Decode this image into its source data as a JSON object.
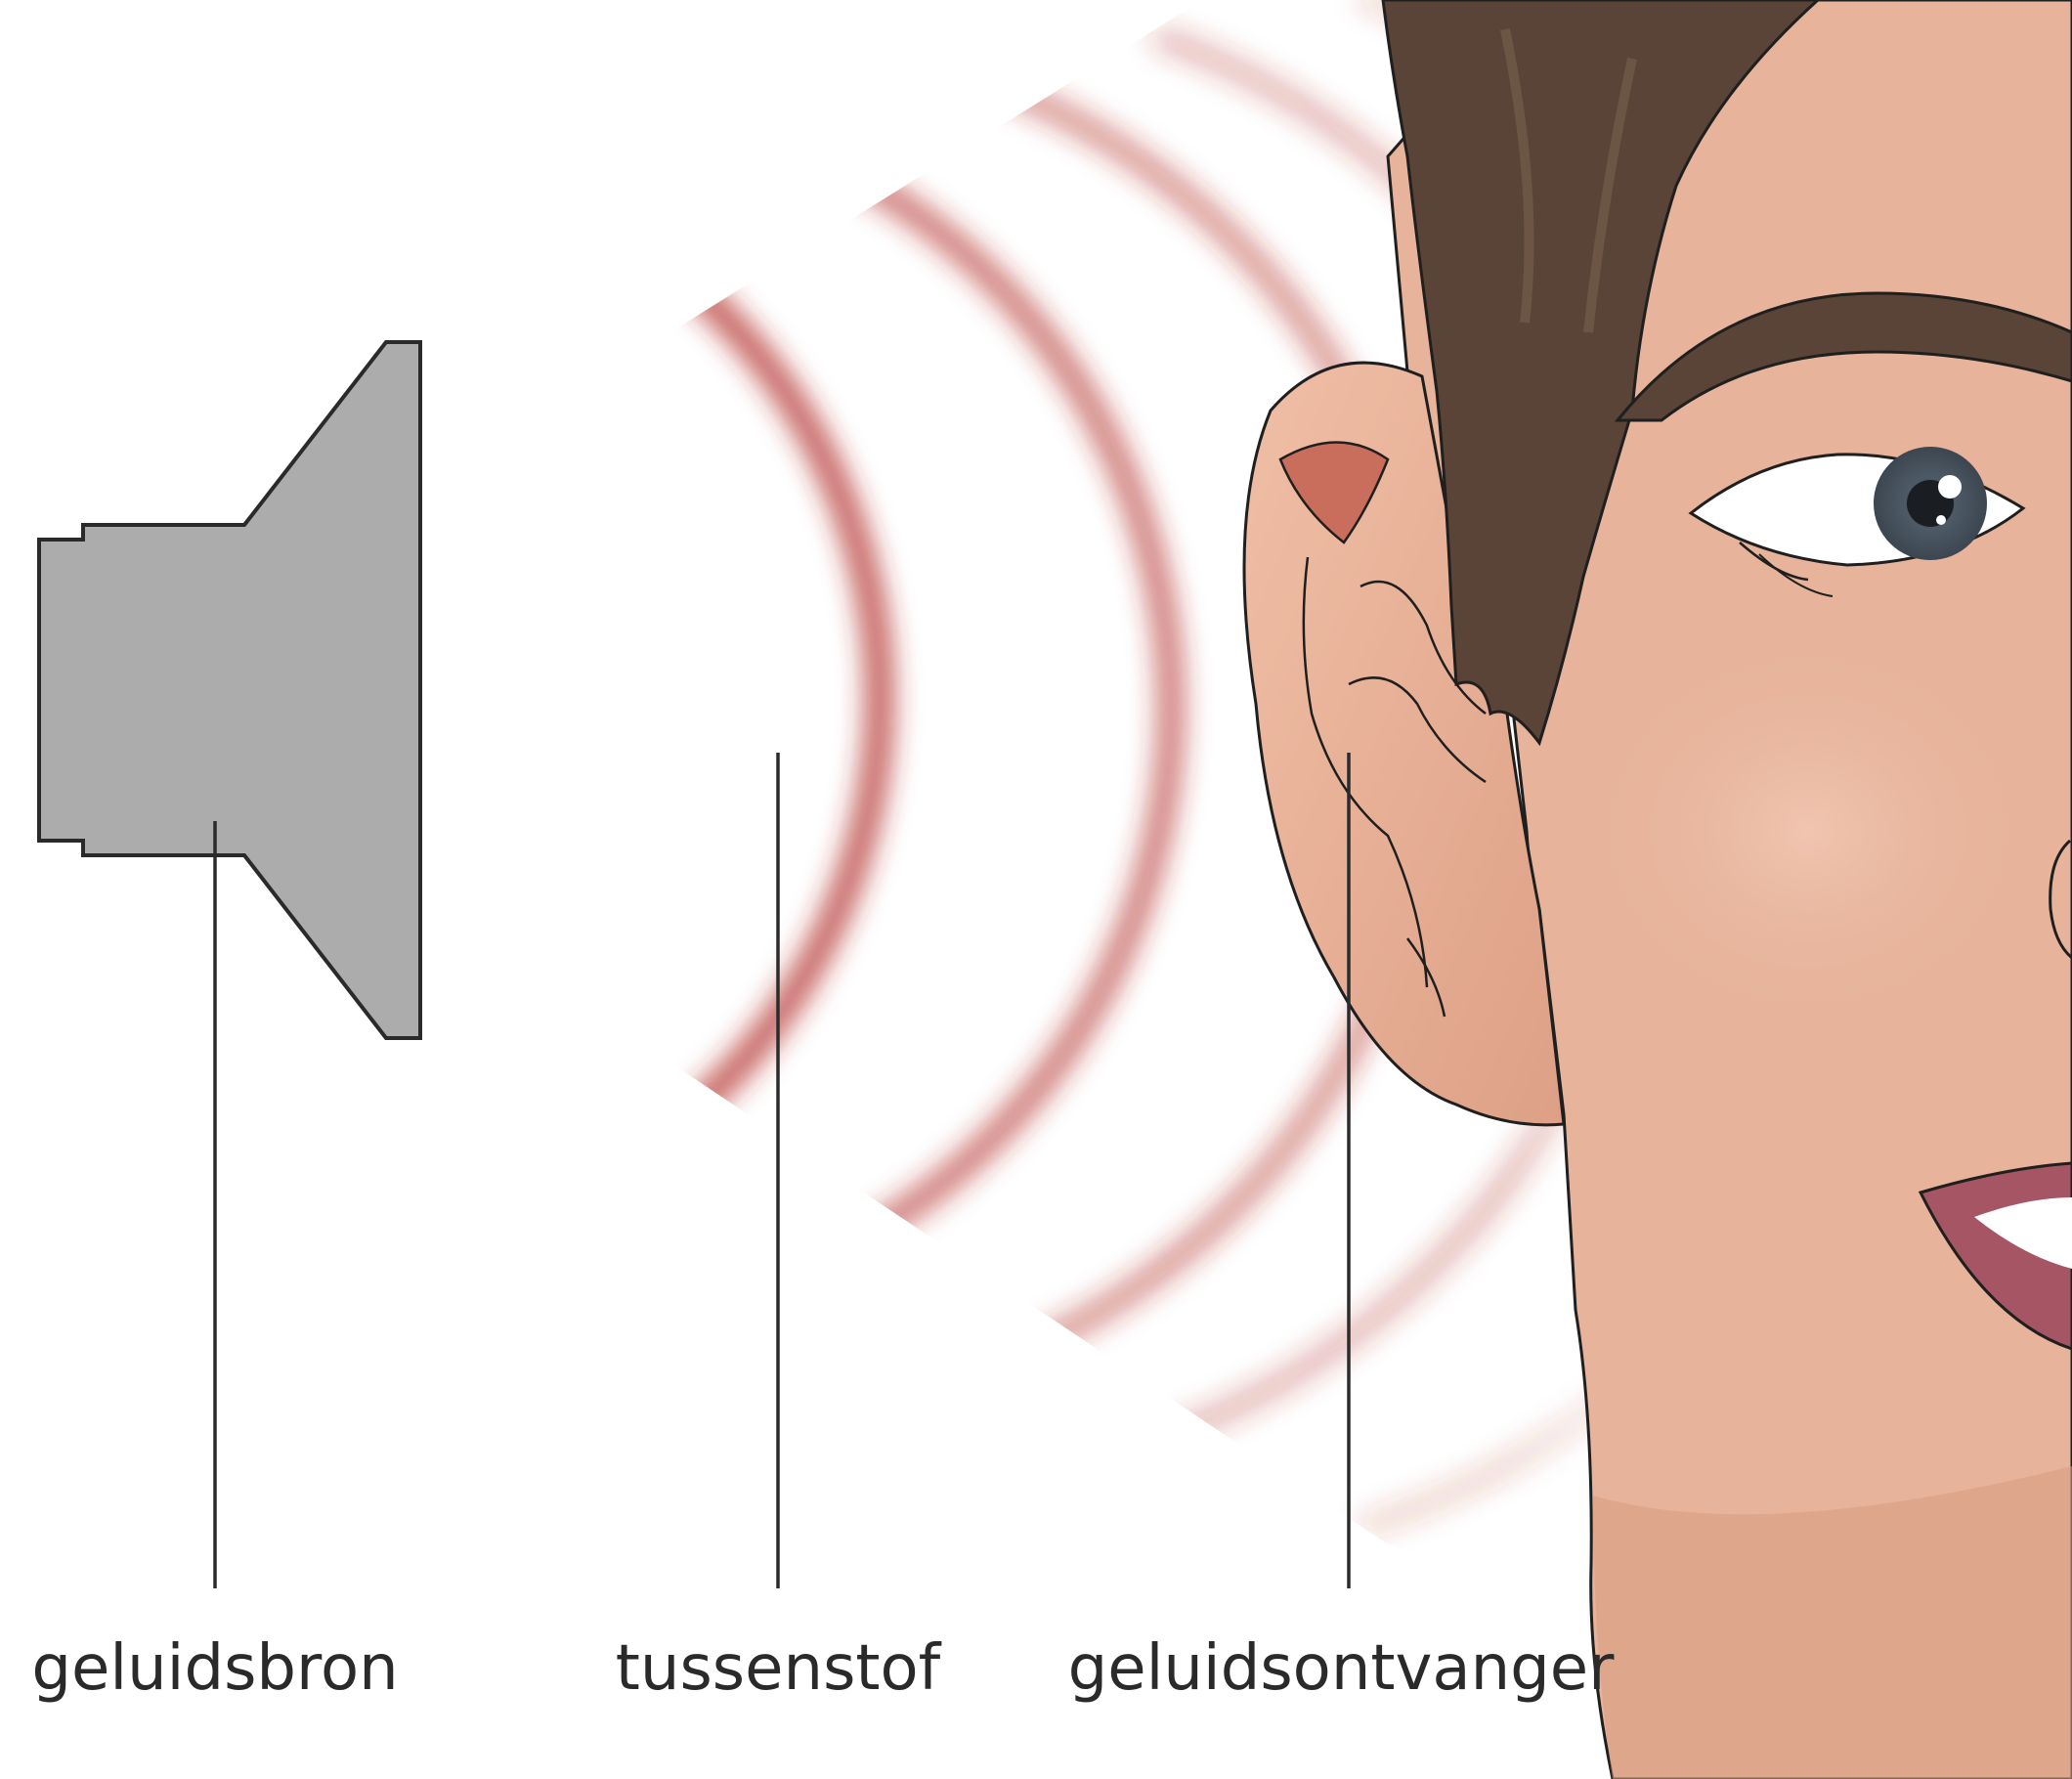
{
  "labels": {
    "source": "geluidsbron",
    "medium": "tussenstof",
    "receiver": "geluidsontvanger"
  },
  "colors": {
    "speaker": "#acacac",
    "wave_red": "#b02a23",
    "skin": "#e7b39b",
    "hair": "#5a4438",
    "iris": "#4d5a66"
  },
  "icons": {
    "source": "loudspeaker-icon",
    "receiver": "human-face-with-ear"
  }
}
